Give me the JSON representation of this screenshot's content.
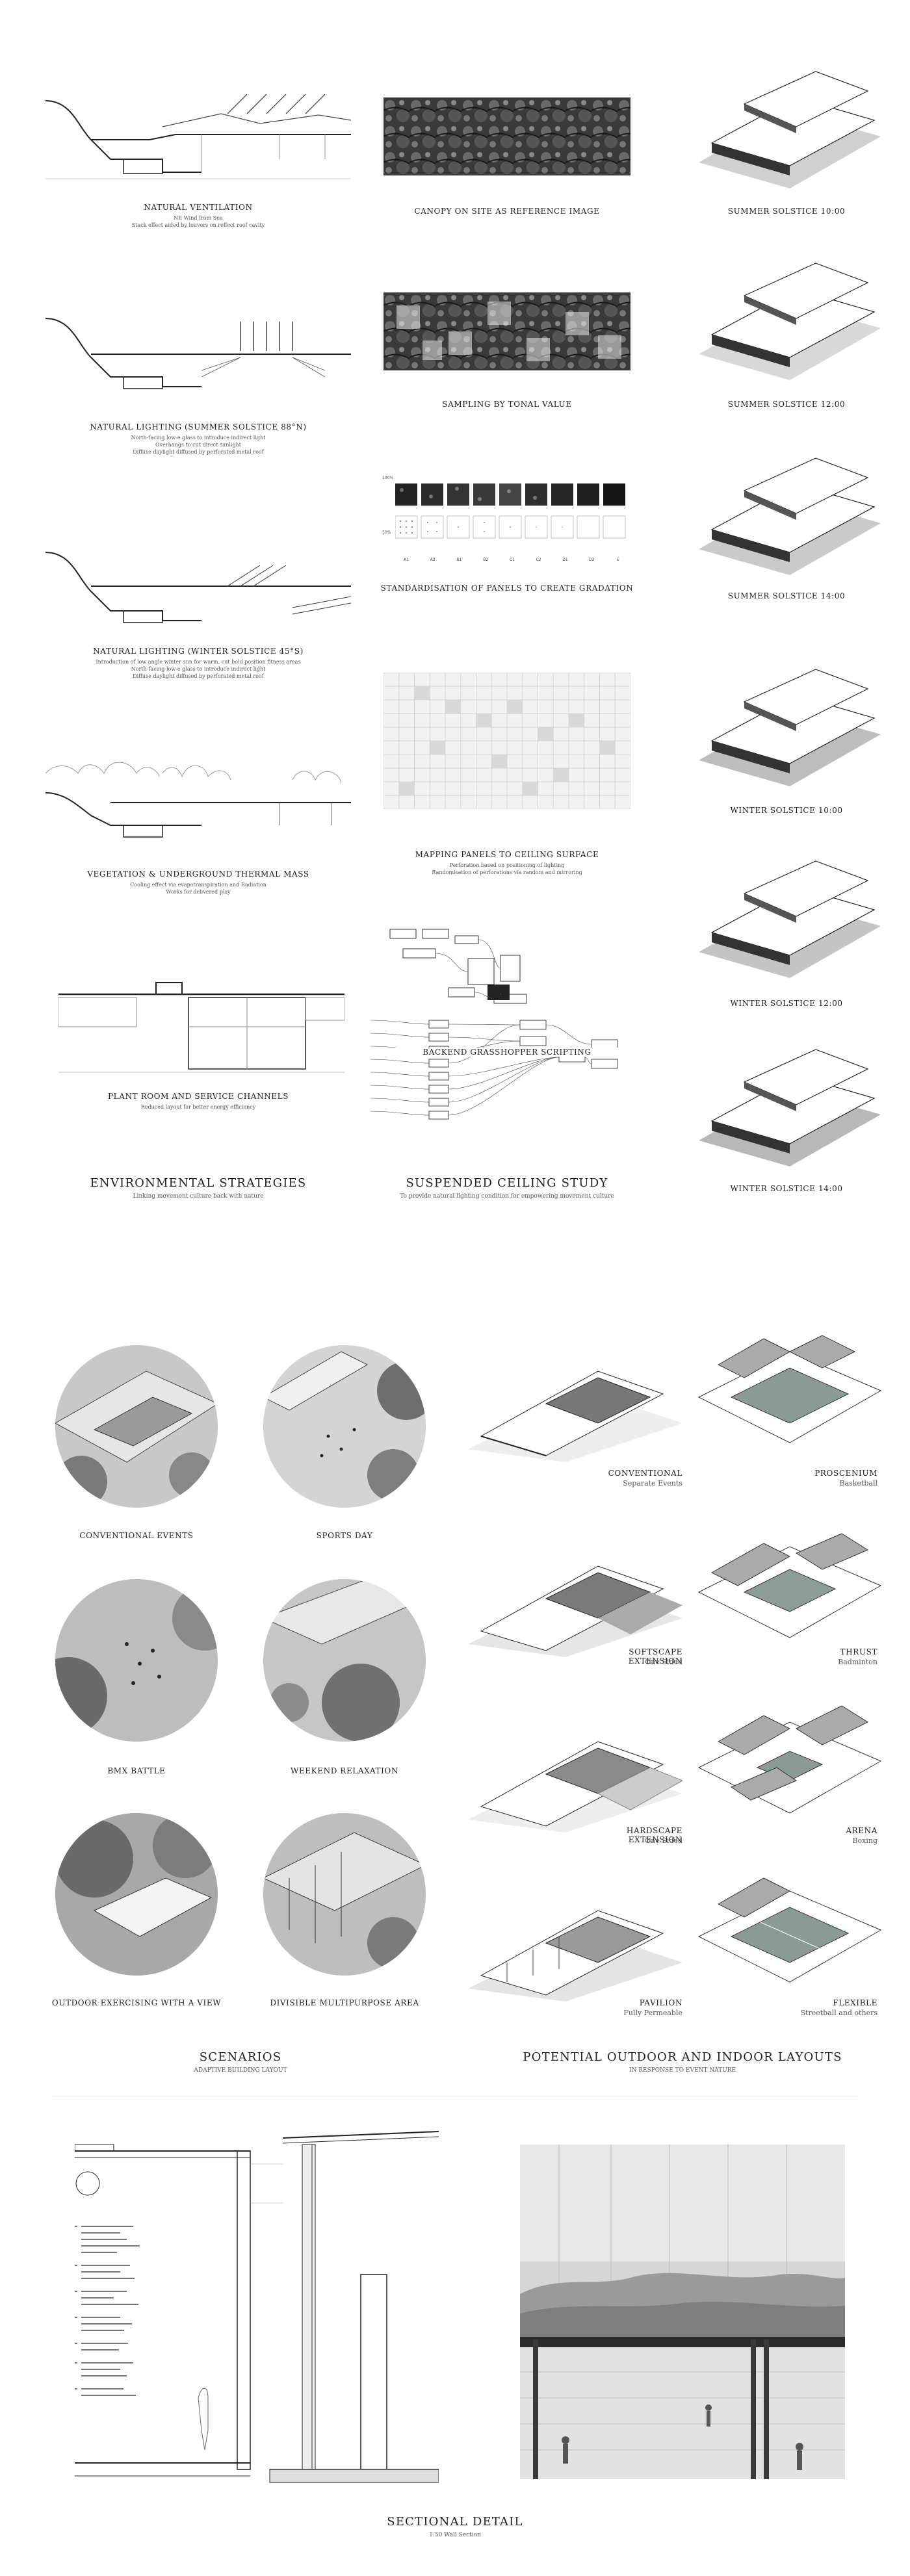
{
  "env": {
    "items": [
      {
        "title": "NATURAL VENTILATION",
        "lines": [
          "NE Wind from Sea",
          "Stack effect aided by louvers on reflect roof cavity"
        ]
      },
      {
        "title": "NATURAL LIGHTING (SUMMER SOLSTICE 88°N)",
        "lines": [
          "North-facing low-e glass to introduce indirect light",
          "Overhangs to cut direct sunlight",
          "Diffuse daylight diffused by perforated metal roof"
        ]
      },
      {
        "title": "NATURAL LIGHTING (WINTER SOLSTICE 45°S)",
        "lines": [
          "Introduction of low angle winter sun for warm, cut bold position fitness areas",
          "North-facing low-e glass to introduce indirect light",
          "Diffuse daylight diffused by perforated metal roof"
        ]
      },
      {
        "title": "VEGETATION & UNDERGROUND THERMAL MASS",
        "lines": [
          "Cooling effect via evapotranspiration and Radiation",
          "Works for delivered play"
        ]
      },
      {
        "title": "PLANT ROOM AND SERVICE CHANNELS",
        "lines": [
          "Reduced layout for better energy efficiency"
        ]
      }
    ],
    "heading": "ENVIRONMENTAL STRATEGIES",
    "sub": "Linking movement culture back with nature"
  },
  "ceiling": {
    "items": [
      {
        "title": "CANOPY ON SITE AS REFERENCE IMAGE",
        "lines": []
      },
      {
        "title": "SAMPLING BY TONAL VALUE",
        "lines": []
      },
      {
        "title": "STANDARDISATION OF PANELS TO CREATE GRADATION",
        "lines": []
      },
      {
        "title": "MAPPING PANELS TO CEILING SURFACE",
        "lines": [
          "Perforation based on positioning of lighting",
          "Randomisation of perforations via random and mirroring"
        ]
      },
      {
        "title": "BACKEND GRASSHOPPER SCRIPTING",
        "lines": []
      }
    ],
    "panel_labels": [
      "A1",
      "A2",
      "B1",
      "B2",
      "C1",
      "C2",
      "D1",
      "D2",
      "E"
    ],
    "row_labels": [
      "100%",
      "50%"
    ],
    "heading": "SUSPENDED CEILING STUDY",
    "sub": "To provide natural lighting condition for empowering movement culture"
  },
  "solstice": [
    "SUMMER SOLSTICE 10:00",
    "SUMMER SOLSTICE 12:00",
    "SUMMER SOLSTICE 14:00",
    "WINTER SOLSTICE 10:00",
    "WINTER SOLSTICE 12:00",
    "WINTER SOLSTICE 14:00"
  ],
  "scenarios": {
    "items": [
      "CONVENTIONAL EVENTS",
      "SPORTS DAY",
      "BMX BATTLE",
      "WEEKEND RELAXATION",
      "OUTDOOR EXERCISING WITH A VIEW",
      "DIVISIBLE MULTIPURPOSE AREA"
    ],
    "heading": "SCENARIOS",
    "sub": "ADAPTIVE BUILDING LAYOUT"
  },
  "layouts": {
    "outdoor": [
      {
        "title": "CONVENTIONAL",
        "sub": "Separate Events"
      },
      {
        "title": "SOFTSCAPE EXTENSION",
        "sub": "One Sided"
      },
      {
        "title": "HARDSCAPE EXTENSION",
        "sub": "One Sided"
      },
      {
        "title": "PAVILION",
        "sub": "Fully Permeable"
      }
    ],
    "indoor": [
      {
        "title": "PROSCENIUM",
        "sub": "Basketball"
      },
      {
        "title": "THRUST",
        "sub": "Badminton"
      },
      {
        "title": "ARENA",
        "sub": "Boxing"
      },
      {
        "title": "FLEXIBLE",
        "sub": "Streetball and others"
      }
    ],
    "heading": "POTENTIAL OUTDOOR AND INDOOR LAYOUTS",
    "sub": "IN RESPONSE TO EVENT NATURE"
  },
  "section": {
    "heading": "SECTIONAL DETAIL",
    "sub": "1:50 Wall Section"
  }
}
